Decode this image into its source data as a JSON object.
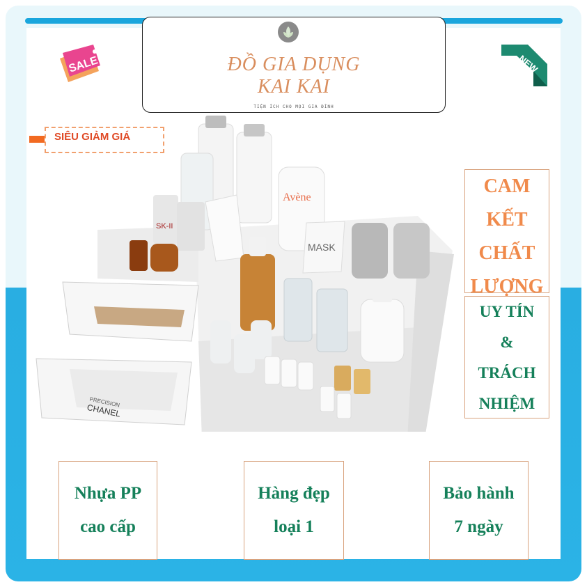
{
  "brand": {
    "line1": "ĐỒ GIA DỤNG",
    "line2": "KAI KAI",
    "tagline": "TIỆN ÍCH CHO MỌI GIA ĐÌNH"
  },
  "badges": {
    "sale": "SALE",
    "new": "NEW",
    "super_sale": "SIÊU GIẢM GIÁ"
  },
  "commitment": [
    "CAM",
    "KẾT",
    "CHẤT",
    "LƯỢNG"
  ],
  "trust": [
    "UY TÍN",
    "&",
    "TRÁCH",
    "NHIỆM"
  ],
  "features": [
    {
      "line1": "Nhựa PP",
      "line2": "cao cấp"
    },
    {
      "line1": "Hàng đẹp",
      "line2": "loại 1"
    },
    {
      "line1": "Bảo hành",
      "line2": "7 ngày"
    }
  ],
  "product_labels": {
    "drawer_brand_small": "PRECISION",
    "drawer_brand": "CHANEL",
    "skii": "SK-II",
    "mask": "MASK",
    "avene": "Avène"
  },
  "colors": {
    "accent_blue": "#1aa6dd",
    "brand_orange": "#d98e5e",
    "commit_orange": "#f08a4b",
    "feature_green": "#15805a",
    "sale_red": "#e04a26"
  }
}
